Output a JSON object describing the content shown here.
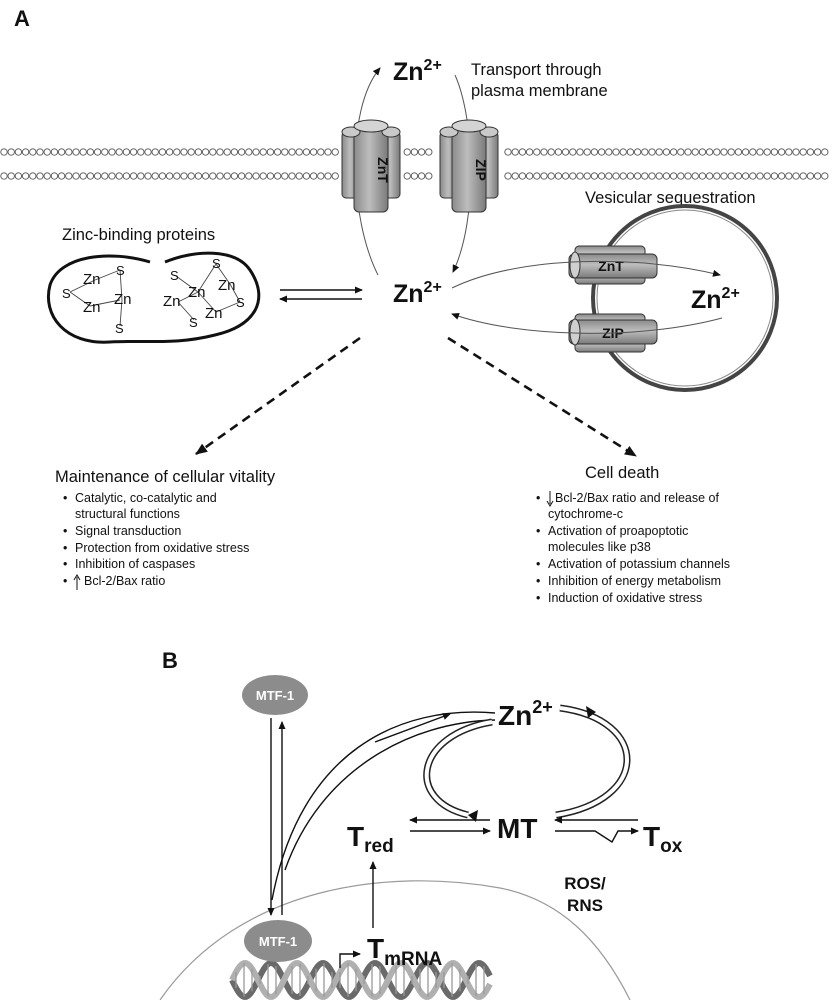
{
  "panel_a": {
    "label": "A",
    "zn_top": "Zn",
    "zn_top_sup": "2+",
    "transport_line1": "Transport through",
    "transport_line2": "plasma membrane",
    "znt_label": "ZnT",
    "zip_label": "ZIP",
    "vesicular": "Vesicular sequestration",
    "zinc_binding": "Zinc-binding proteins",
    "zn_center": "Zn",
    "zn_center_sup": "2+",
    "zn_vesicle": "Zn",
    "zn_vesicle_sup": "2+",
    "vesicle_znt": "ZnT",
    "vesicle_zip": "ZIP",
    "protein_zn": "Zn",
    "protein_s": "S",
    "left_heading": "Maintenance of cellular vitality",
    "left_bullets": [
      "Catalytic, co-catalytic and",
      "structural functions",
      "Signal transduction",
      "Protection from oxidative stress",
      "Inhibition of caspases",
      "Bcl-2/Bax ratio"
    ],
    "right_heading": "Cell death",
    "right_bullets": [
      "Bcl-2/Bax ratio and release of",
      "cytochrome-c",
      "Activation of proapoptotic",
      "molecules like p38",
      "Activation of potassium channels",
      "Inhibition of energy metabolism",
      "Induction of oxidative stress"
    ]
  },
  "panel_b": {
    "label": "B",
    "mtf_top": "MTF-1",
    "mtf_bottom": "MTF-1",
    "zn": "Zn",
    "zn_sup": "2+",
    "t_red": "T",
    "t_red_sub": "red",
    "mt": "MT",
    "t_ox": "T",
    "t_ox_sub": "ox",
    "ros_line1": "ROS/",
    "ros_line2": "RNS",
    "t_mrna": "T",
    "t_mrna_sub": "mRNA"
  }
}
